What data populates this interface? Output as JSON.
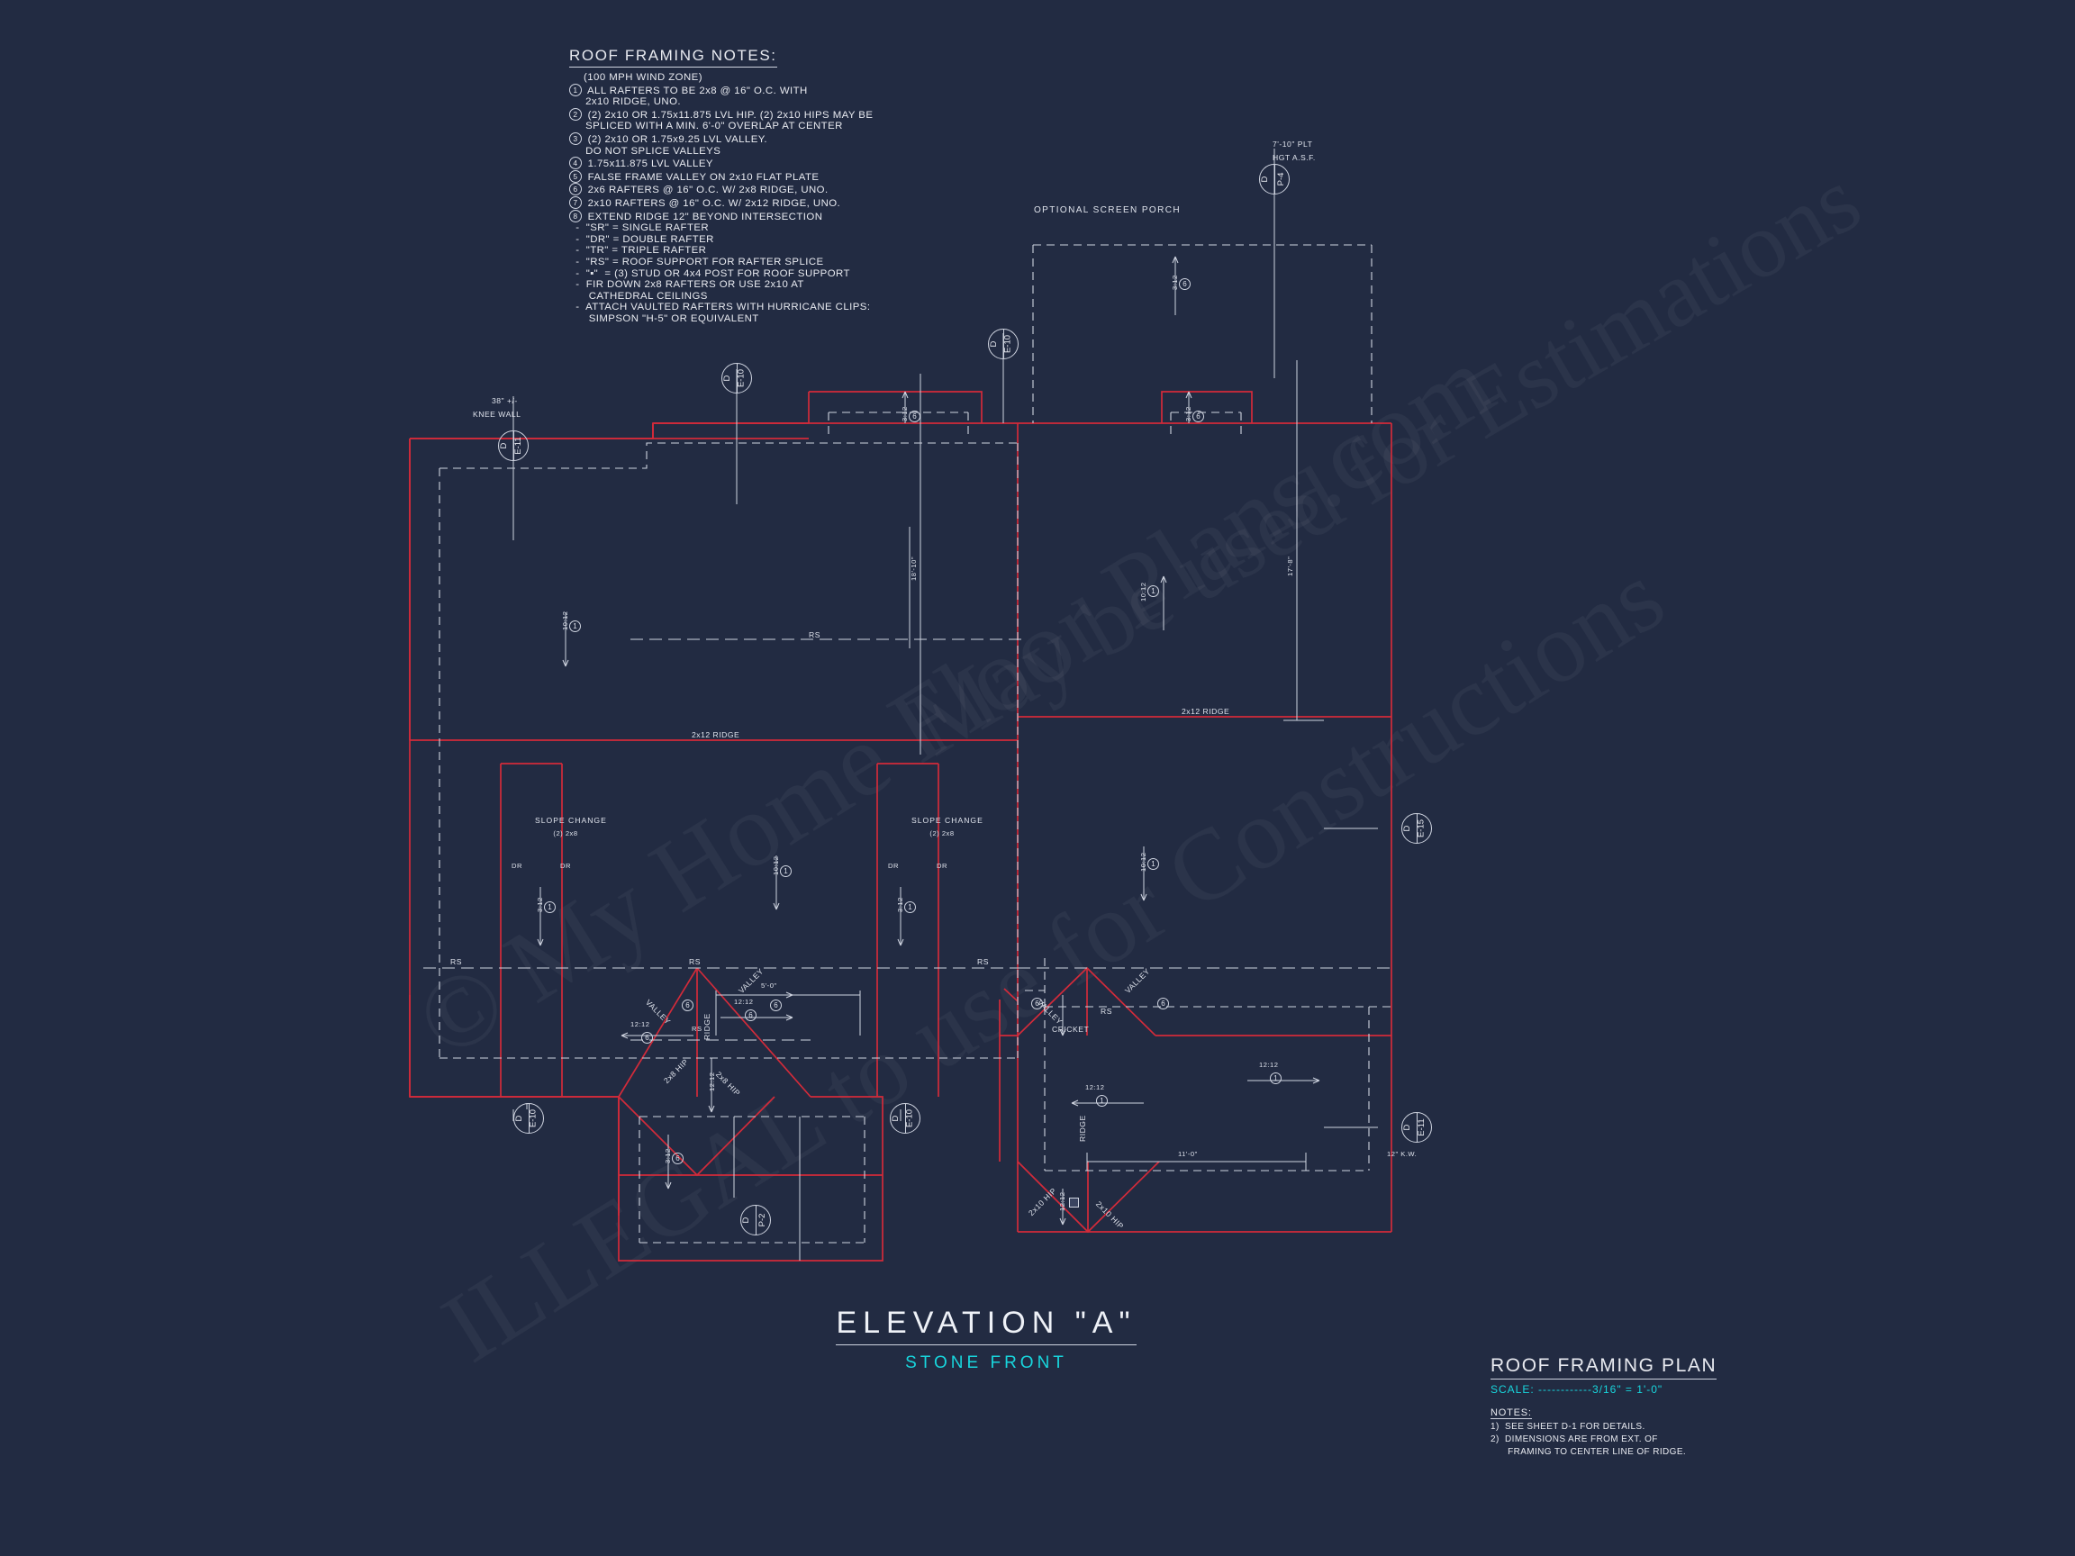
{
  "sheet": {
    "background_color": "#222b42",
    "red_line_color": "#d22b3a",
    "white_line_color": "#cfd4e0",
    "cyan_color": "#18d6dd"
  },
  "watermark": {
    "line1": "© My Home Floor Plans.com",
    "line2": "ILLEGAL to use for Constructions",
    "line3": "May be used for Estimations"
  },
  "notes_block": {
    "heading": "ROOF FRAMING NOTES:",
    "subheading": "(100 MPH WIND ZONE)",
    "numbered": [
      {
        "n": "1",
        "lines": [
          "ALL RAFTERS TO BE 2x8 @ 16\" O.C. WITH",
          "2x10 RIDGE, UNO."
        ]
      },
      {
        "n": "2",
        "lines": [
          "(2) 2x10 OR 1.75x11.875 LVL HIP. (2) 2x10 HIPS MAY BE",
          "SPLICED WITH A MIN. 6'-0\" OVERLAP AT CENTER"
        ]
      },
      {
        "n": "3",
        "lines": [
          "(2) 2x10 OR 1.75x9.25 LVL VALLEY.",
          "DO NOT SPLICE VALLEYS"
        ]
      },
      {
        "n": "4",
        "lines": [
          "1.75x11.875 LVL VALLEY"
        ]
      },
      {
        "n": "5",
        "lines": [
          "FALSE FRAME VALLEY ON 2x10 FLAT PLATE"
        ]
      },
      {
        "n": "6",
        "lines": [
          "2x6 RAFTERS @ 16\" O.C. W/ 2x8 RIDGE, UNO."
        ]
      },
      {
        "n": "7",
        "lines": [
          "2x10 RAFTERS @ 16\" O.C. W/ 2x12 RIDGE, UNO."
        ]
      },
      {
        "n": "8",
        "lines": [
          "EXTEND RIDGE 12\" BEYOND INTERSECTION"
        ]
      }
    ],
    "dashed": [
      [
        "\"SR\" = SINGLE RAFTER"
      ],
      [
        "\"DR\" = DOUBLE RAFTER"
      ],
      [
        "\"TR\" = TRIPLE RAFTER"
      ],
      [
        "\"RS\" = ROOF SUPPORT FOR RAFTER SPLICE"
      ],
      [
        "\"▪\"  = (3) STUD OR 4x4 POST FOR ROOF SUPPORT"
      ],
      [
        "FIR DOWN 2x8 RAFTERS OR USE 2x10 AT",
        "CATHEDRAL CEILINGS"
      ],
      [
        "ATTACH VAULTED RAFTERS WITH HURRICANE CLIPS:",
        "SIMPSON \"H-5\" OR EQUIVALENT"
      ]
    ]
  },
  "title_block": {
    "elevation_title": "ELEVATION \"A\"",
    "elevation_subtitle": "STONE FRONT",
    "plan_title": "ROOF FRAMING PLAN",
    "scale": "SCALE: ------------3/16\" = 1'-0\"",
    "notes_heading": "NOTES:",
    "notes": [
      "1)  SEE SHEET D-1 FOR DETAILS.",
      "2)  DIMENSIONS ARE FROM EXT. OF",
      "      FRAMING TO CENTER LINE OF RIDGE."
    ]
  },
  "plan_labels": {
    "knee_wall_top": "38\" +/-",
    "knee_wall_bottom": "KNEE WALL",
    "knee_wall_right": "12\" K.W.",
    "screen_porch": "OPTIONAL SCREEN PORCH",
    "plate_height_1": "7'-10\" PLT",
    "plate_height_2": "HGT A.S.F.",
    "ridge_2x12": "2x12 RIDGE",
    "ridge": "RIDGE",
    "valley": "VALLEY",
    "cricket": "CRICKET",
    "rs": "RS",
    "dr": "DR",
    "slope_change": "SLOPE CHANGE",
    "slope_change_member": "(2) 2x8",
    "hip_2x8": "2x8 HIP",
    "hip_2x10": "2x10 HIP",
    "slope_10_12": "10:12",
    "slope_3_12": "3:12",
    "slope_12_12": "12:12",
    "dim_18_10": "18'-10\"",
    "dim_17_8": "17'-8\"",
    "dim_11_0": "11'-0\"",
    "dim_5_0": "5'-0\""
  },
  "detail_bubbles": [
    {
      "id": "bubble-knee-wall",
      "top": "D",
      "bottom": "E-11"
    },
    {
      "id": "bubble-left-upper",
      "top": "D",
      "bottom": "E-10"
    },
    {
      "id": "bubble-porch-left",
      "top": "D",
      "bottom": "E-10"
    },
    {
      "id": "bubble-porch-right",
      "top": "D",
      "bottom": "P-4"
    },
    {
      "id": "bubble-right-mid",
      "top": "D",
      "bottom": "E-15"
    },
    {
      "id": "bubble-right-low",
      "top": "D",
      "bottom": "E-11"
    },
    {
      "id": "bubble-low-left",
      "top": "D",
      "bottom": "E-10"
    },
    {
      "id": "bubble-low-mid",
      "top": "D",
      "bottom": "E-10"
    },
    {
      "id": "bubble-porch-gable",
      "top": "D",
      "bottom": "P-2"
    }
  ],
  "rafter_callouts": [
    {
      "slope": "10:12",
      "note": "1"
    },
    {
      "slope": "3:12",
      "note": "6"
    },
    {
      "slope": "12:12",
      "note": "6"
    },
    {
      "slope": "12:12",
      "note": "1"
    },
    {
      "slope": "3:12",
      "note": "1"
    }
  ]
}
